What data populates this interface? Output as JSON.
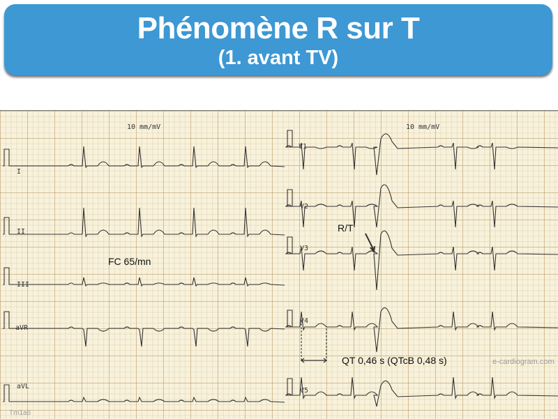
{
  "slide": {
    "title": "Phénomène R sur T",
    "subtitle": "(1. avant TV)"
  },
  "ecg": {
    "gain_left": "10 mm/mV",
    "gain_right": "10 mm/mV",
    "leads_left": [
      "I",
      "II",
      "III",
      "aVR",
      "aVL"
    ],
    "leads_right": [
      "V1",
      "V2",
      "V3",
      "V4",
      "V5"
    ],
    "annotations": {
      "heart_rate": "FC 65/mn",
      "r_on_t": "R/T",
      "qt": "QT 0,46 s (QTcB 0,48 s)"
    },
    "watermark": "e-cardiogram.com",
    "code": "Tm1a6",
    "trace_color": "#333333",
    "title_color": "#3d98d4"
  }
}
